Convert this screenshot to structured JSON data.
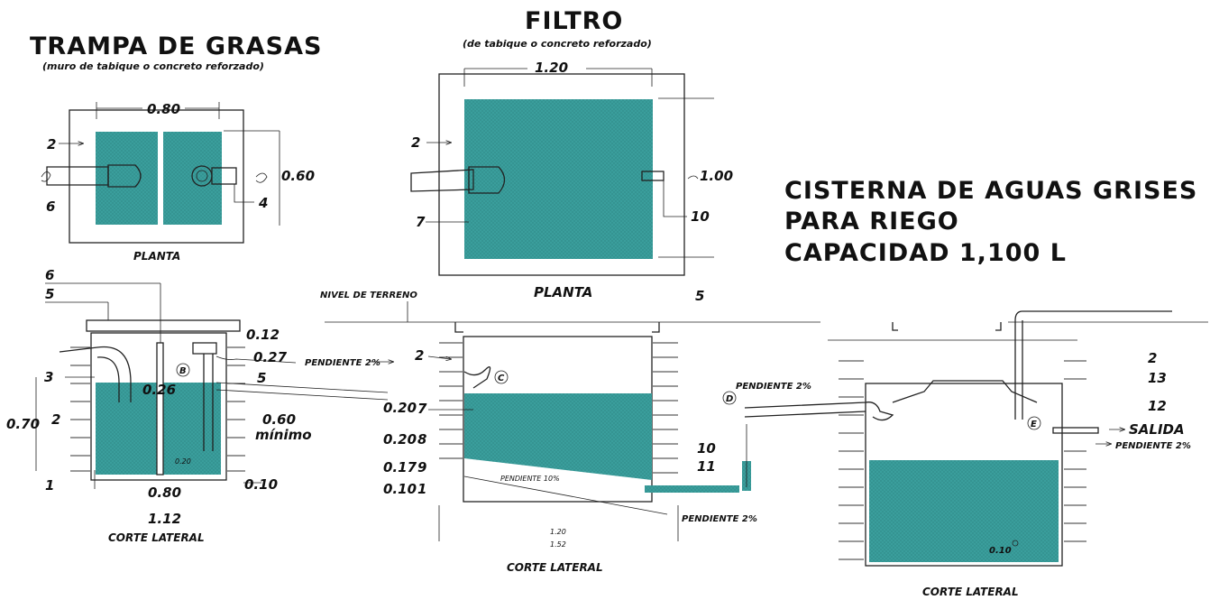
{
  "colors": {
    "water": "#3a9e9c",
    "line": "#222222"
  },
  "trampa": {
    "title": "TRAMPA DE GRASAS",
    "subtitle": "(muro de tabique o concreto reforzado)",
    "plan": {
      "width": "0.80",
      "height": "0.60",
      "n2": "2",
      "n6": "6",
      "n4": "4",
      "caption": "PLANTA"
    },
    "corte": {
      "n6": "6",
      "n5a": "5",
      "n3": "3",
      "n2": "2",
      "n1": "1",
      "n5b": "5",
      "d012": "0.12",
      "d027": "0.27",
      "d070": "0.70",
      "d026": "0.26",
      "d060": "0.60",
      "minimo": "mínimo",
      "d020": "0.20",
      "d010": "0.10",
      "w080": "0.80",
      "w112": "1.12",
      "b": "B",
      "caption": "CORTE LATERAL"
    }
  },
  "filtro": {
    "title": "FILTRO",
    "subtitle": "(de tabique o concreto reforzado)",
    "plan": {
      "width": "1.20",
      "height": "1.00",
      "n2": "2",
      "n7": "7",
      "n10": "10",
      "caption": "PLANTA"
    },
    "n5": "5",
    "corte": {
      "nivel": "NIVEL DE TERRENO",
      "pendiente1": "PENDIENTE 2%",
      "n2": "2",
      "c": "C",
      "d020a": "0.20",
      "n7": "7",
      "d020b": "0.20",
      "n8": "8",
      "d017": "0.17",
      "n9": "9",
      "d010": "0.10",
      "n1": "1",
      "pend10": "PENDIENTE 10%",
      "n10": "10",
      "n11": "11",
      "pend2b": "PENDIENTE 2%",
      "w120": "1.20",
      "w152": "1.52",
      "caption": "CORTE LATERAL"
    }
  },
  "cisterna": {
    "title1": "CISTERNA DE AGUAS GRISES",
    "title2": "PARA RIEGO",
    "title3": "CAPACIDAD 1,100 L",
    "corte": {
      "d": "D",
      "pendiente": "PENDIENTE 2%",
      "n2": "2",
      "n13": "13",
      "n12": "12",
      "e": "E",
      "salida": "SALIDA",
      "pend_out": "PENDIENTE 2%",
      "d010": "0.10",
      "caption": "CORTE LATERAL"
    }
  }
}
